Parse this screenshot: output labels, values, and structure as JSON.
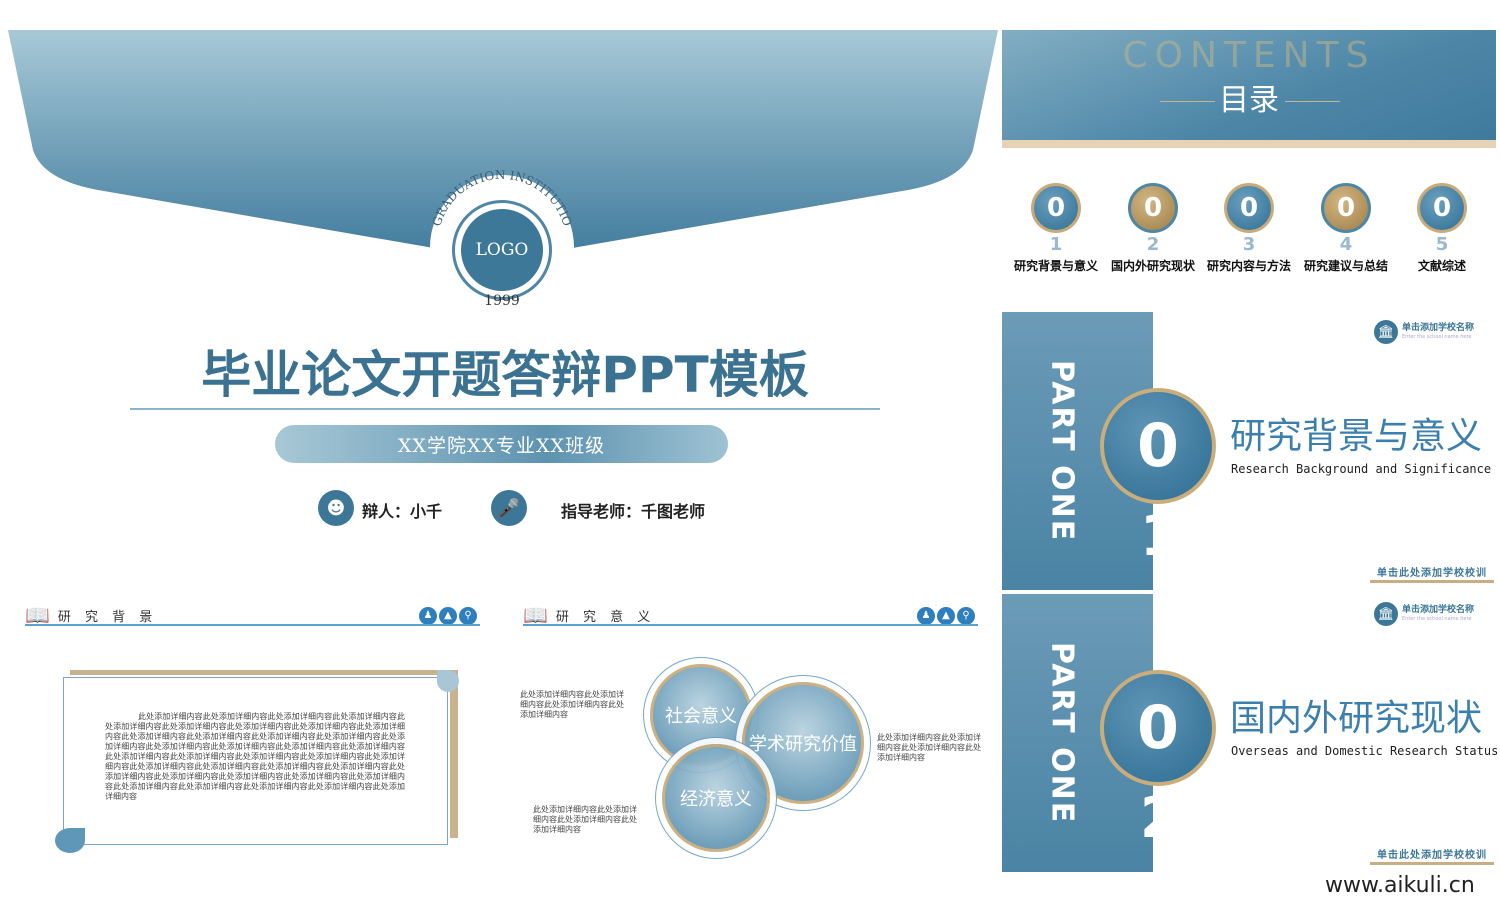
{
  "title_slide": {
    "badge_top": "GRADUATION INSTITUTION",
    "logo": "LOGO",
    "year": "1999",
    "title": "毕业论文开题答辩PPT模板",
    "subtitle": "XX学院XX专业XX班级",
    "presenter": "辩人：小千",
    "advisor": "指导老师：千图老师"
  },
  "contents_slide": {
    "watermark": "CONTENTS",
    "heading": "目录",
    "items": [
      {
        "n": "0",
        "sub": "1",
        "label": "研究背景与意义"
      },
      {
        "n": "0",
        "sub": "2",
        "label": "国内外研究现状"
      },
      {
        "n": "0",
        "sub": "3",
        "label": "研究内容与方法"
      },
      {
        "n": "0",
        "sub": "4",
        "label": "研究建议与总结"
      },
      {
        "n": "0",
        "sub": "5",
        "label": "文献综述"
      }
    ]
  },
  "section_slides": [
    {
      "part": "PART ONE",
      "n": "0",
      "sub": "1",
      "title": "研究背景与意义",
      "subtitle": "Research Background and Significance",
      "school": "单击添加学校名称",
      "school_en": "Enter the school name here",
      "motto": "单击此处添加学校校训"
    },
    {
      "part": "PART ONE",
      "n": "0",
      "sub": "2",
      "title": "国内外研究现状",
      "subtitle": "Overseas and Domestic Research Status",
      "school": "单击添加学校名称",
      "school_en": "Enter the school name here",
      "motto": "单击此处添加学校校训"
    }
  ],
  "background_slide": {
    "heading": "研 究 背 景",
    "body": "此处添加详细内容此处添加详细内容此处添加详细内容此处添加详细内容此处添加详细内容此处添加详细内容此处添加详细内容此处添加详细内容此处添加详细内容此处添加详细内容此处添加详细内容此处添加详细内容此处添加详细内容此处添加详细内容此处添加详细内容此处添加详细内容此处添加详细内容此处添加详细内容此处添加详细内容此处添加详细内容此处添加详细内容此处添加详细内容此处添加详细内容此处添加详细内容此处添加详细内容此处添加详细内容此处添加详细内容此处添加详细内容此处添加详细内容此处添加详细内容此处添加详细内容此处添加详细内容此处添加详细内容此处添加详细内容此处添加详细内容此处添加详细内容此处添加详细内容"
  },
  "significance_slide": {
    "heading": "研 究 意 义",
    "bubbles": [
      "社会意义",
      "学术研究价值",
      "经济意义"
    ],
    "text": "此处添加详细内容此处添加详细内容此处添加详细内容此处添加详细内容"
  },
  "watermark": "www.aikuli.cn"
}
